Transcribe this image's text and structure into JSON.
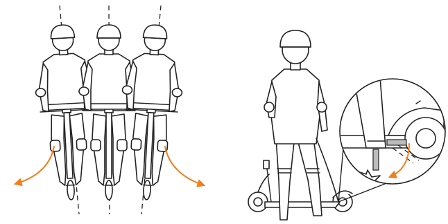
{
  "colors": {
    "arrow": "#f07f1e",
    "line": "#222222",
    "background": "#ffffff",
    "fill_gray": "#bdbdbd"
  },
  "panels": {
    "left": {
      "subject": "rider-sway-sequence",
      "frames": 3
    },
    "right": {
      "subject": "kickstand-detail",
      "has_zoom_callout": true
    }
  }
}
